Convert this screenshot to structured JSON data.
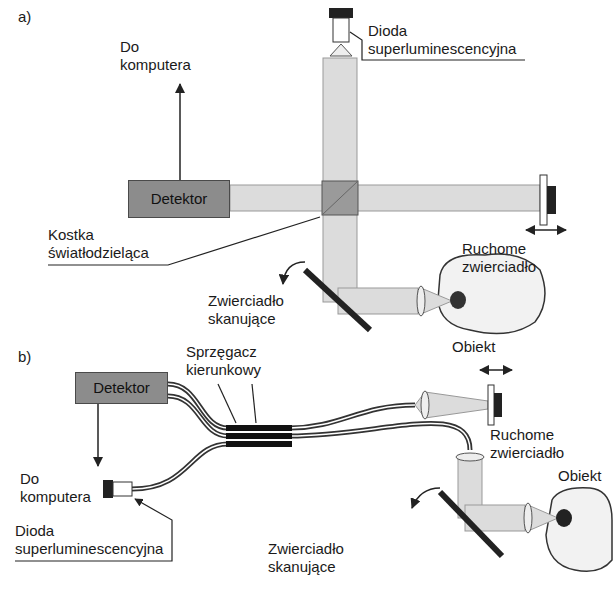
{
  "diagram": {
    "nodes": [
      {
        "text": [
          "Detektor"
        ]
      },
      {
        "text": [
          "Detektor"
        ]
      }
    ],
    "labels": [
      "a)",
      "Do komputera",
      "Dioda superluminescencyjna",
      "Kostka światłodzieląca",
      "Ruchome zwierciadło",
      "Zwierciadło skanujące",
      "Obiekt",
      "b)",
      "Sprzęgacz kierunkowy",
      "Ruchome zwierciadło",
      "Obiekt",
      "Zwierciadło skanujące",
      "Do komputera",
      "Dioda superluminescencyjna"
    ]
  }
}
